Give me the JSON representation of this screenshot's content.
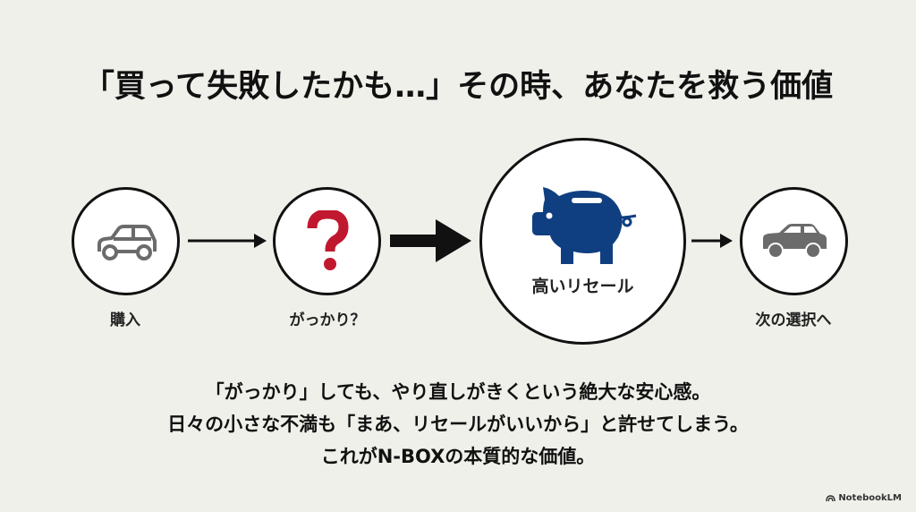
{
  "title": "「買って失敗したかも…」その時、あなたを救う価値",
  "flow": {
    "steps": [
      {
        "label": "購入",
        "icon": "car-outline-icon"
      },
      {
        "label": "がっかり？",
        "icon": "question-mark-icon"
      },
      {
        "label": "高いリセール",
        "icon": "piggy-bank-icon"
      },
      {
        "label": "次の選択へ",
        "icon": "car-filled-icon"
      }
    ],
    "colors": {
      "question": "#c0182e",
      "piggy": "#0f3f80",
      "car": "#6b6b6b",
      "stroke": "#111111"
    }
  },
  "body": {
    "lines": [
      "「がっかり」しても、やり直しがきくという絶大な安心感。",
      "日々の小さな不満も「まあ、リセールがいいから」と許せてしまう。",
      "これがN-BOXの本質的な価値。"
    ]
  },
  "brand": {
    "label": "NotebookLM"
  }
}
